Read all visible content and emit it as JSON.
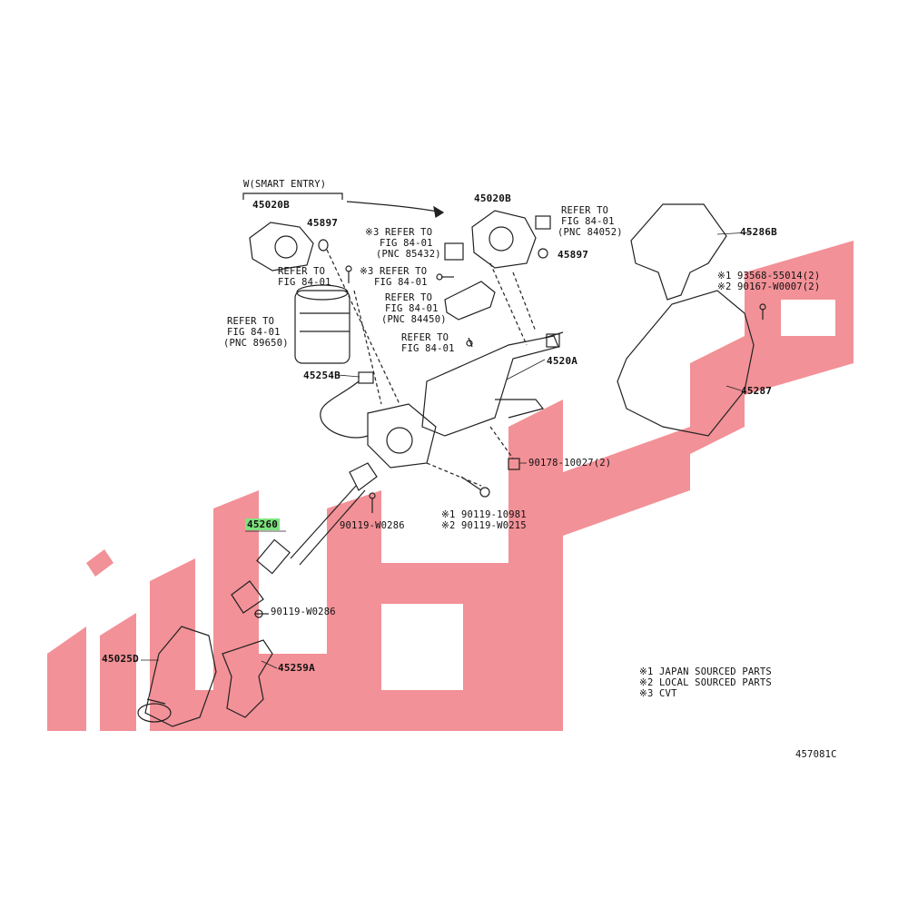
{
  "watermark": {
    "text": "قطعة",
    "color": "#f07e86"
  },
  "highlight_color": "#7ee37e",
  "figure_id": "457081C",
  "labels": {
    "smart_entry": "W(SMART ENTRY)",
    "p45020b_left": "45020B",
    "p45897_left": "45897",
    "p45020b_right": "45020B",
    "refer_85432": [
      "※3 REFER TO",
      "FIG 84-01",
      "(PNC 85432)"
    ],
    "refer_84052": [
      "REFER TO",
      "FIG 84-01",
      "(PNC 84052)"
    ],
    "p45897_right": "45897",
    "refer_fig_a": [
      "REFER TO",
      "FIG 84-01"
    ],
    "refer_3_fig": "※3 REFER TO",
    "refer_3_fig2": "FIG 84-01",
    "refer_84450": [
      "REFER TO",
      "FIG 84-01",
      "(PNC 84450)"
    ],
    "refer_89650": [
      "REFER TO",
      "FIG 84-01",
      "(PNC 89650)"
    ],
    "refer_fig_b": [
      "REFER TO",
      "FIG 84-01"
    ],
    "p45286b": "45286B",
    "p93568": "※1 93568-55014(2)",
    "p90167": "※2 90167-W0007(2)",
    "p45254b": "45254B",
    "p4520a": "4520A",
    "p45287": "45287",
    "p90178": "90178-10027(2)",
    "p90119_10981": "※1 90119-10981",
    "p90119_w0215": "※2 90119-W0215",
    "p90119_w0286_a": "90119-W0286",
    "p45260": "45260",
    "p90119_w0286_b": "90119-W0286",
    "p45025d": "45025D",
    "p45259a": "45259A"
  },
  "legend": [
    "※1 JAPAN SOURCED PARTS",
    "※2 LOCAL SOURCED PARTS",
    "※3 CVT"
  ]
}
